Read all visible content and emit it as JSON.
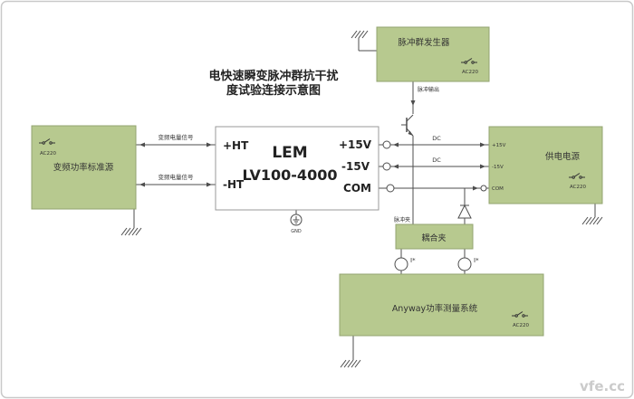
{
  "title": {
    "line1": "电快速瞬变脉冲群抗干扰",
    "line2": "度试验连接示意图"
  },
  "boxes": {
    "source": {
      "label": "变频功率标准源",
      "ac": "AC220"
    },
    "pulse": {
      "label": "脉冲群发生器",
      "ac": "AC220"
    },
    "lem": {
      "brand": "LEM",
      "model": "LV100-4000",
      "pin_pht": "+HT",
      "pin_mht": "-HT",
      "pin_p15": "+15V",
      "pin_m15": "-15V",
      "pin_com": "COM",
      "gnd": "GND"
    },
    "supply": {
      "label": "供电电源",
      "ac": "AC220",
      "pin_p15": "+15V",
      "pin_m15": "-15V",
      "pin_com": "COM"
    },
    "clamp": {
      "label": "耦合夹"
    },
    "anyway": {
      "label": "Anyway功率测量系统",
      "ac": "AC220"
    }
  },
  "labels": {
    "signal_top": "变频电量信号",
    "signal_bottom": "变频电量信号",
    "pulse_output": "脉冲输出",
    "pulse_clamp": "脉冲夹",
    "dc_top": "DC",
    "dc_bottom": "DC",
    "ct_left": "I*",
    "ct_right": "I*"
  },
  "watermark": "vfe.cc",
  "colors": {
    "box_fill": "#b7c98f",
    "box_border": "#93a470",
    "wire": "#4d4d4d",
    "text": "#333333",
    "frame_border": "#c9c9c9",
    "watermark": "#cbcbcb"
  },
  "icons": {
    "ac_plug": "power-switch-glyph",
    "ground": "hatched-earth-ground",
    "connector": "open-circle-terminal",
    "current_probe": "circle-on-wire"
  }
}
